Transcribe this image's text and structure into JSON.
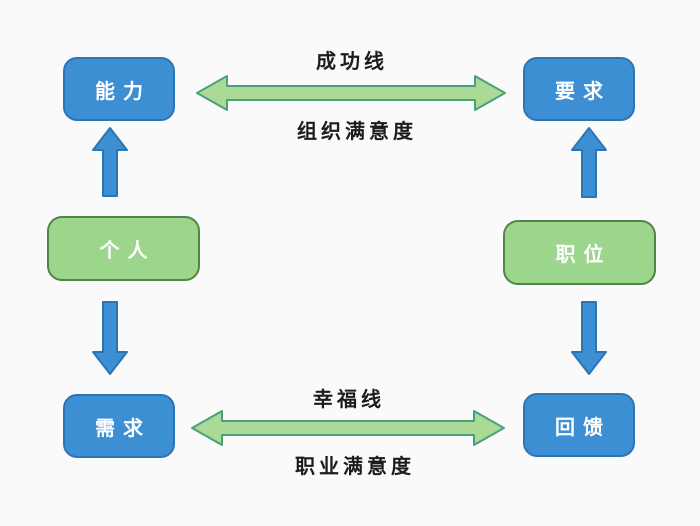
{
  "diagram": {
    "title_implied": "person-job-fit-model",
    "background": "#fafafb",
    "colors": {
      "background": "#fafafb",
      "blue_fill": "#3d8fd3",
      "blue_border": "#2d74b6",
      "green_fill": "#9cd68d",
      "green_border": "#53824b",
      "arrow_green_fill": "#abd996",
      "arrow_green_border": "#4aa17c",
      "label_color": "#1c1c1c"
    },
    "nodes": [
      {
        "id": "ability",
        "label": "能力",
        "type": "blue"
      },
      {
        "id": "requirement",
        "label": "要求",
        "type": "blue"
      },
      {
        "id": "individual",
        "label": "个人",
        "type": "green"
      },
      {
        "id": "position",
        "label": "职位",
        "type": "green"
      },
      {
        "id": "needs",
        "label": "需求",
        "type": "blue"
      },
      {
        "id": "feedback",
        "label": "回馈",
        "type": "blue"
      }
    ],
    "labels": {
      "top_line": "成功线",
      "top_sub": "组织满意度",
      "bottom_line": "幸福线",
      "bottom_sub": "职业满意度"
    },
    "edges": [
      {
        "from": "个人",
        "to": "能力",
        "style": "blue-arrow",
        "direction": "up"
      },
      {
        "from": "个人",
        "to": "需求",
        "style": "blue-arrow",
        "direction": "down"
      },
      {
        "from": "职位",
        "to": "要求",
        "style": "blue-arrow",
        "direction": "up"
      },
      {
        "from": "职位",
        "to": "回馈",
        "style": "blue-arrow",
        "direction": "down"
      },
      {
        "between": [
          "能力",
          "要求"
        ],
        "style": "green-double-arrow",
        "label_above": "成功线",
        "label_below": "组织满意度"
      },
      {
        "between": [
          "需求",
          "回馈"
        ],
        "style": "green-double-arrow",
        "label_above": "幸福线",
        "label_below": "职业满意度"
      }
    ]
  }
}
